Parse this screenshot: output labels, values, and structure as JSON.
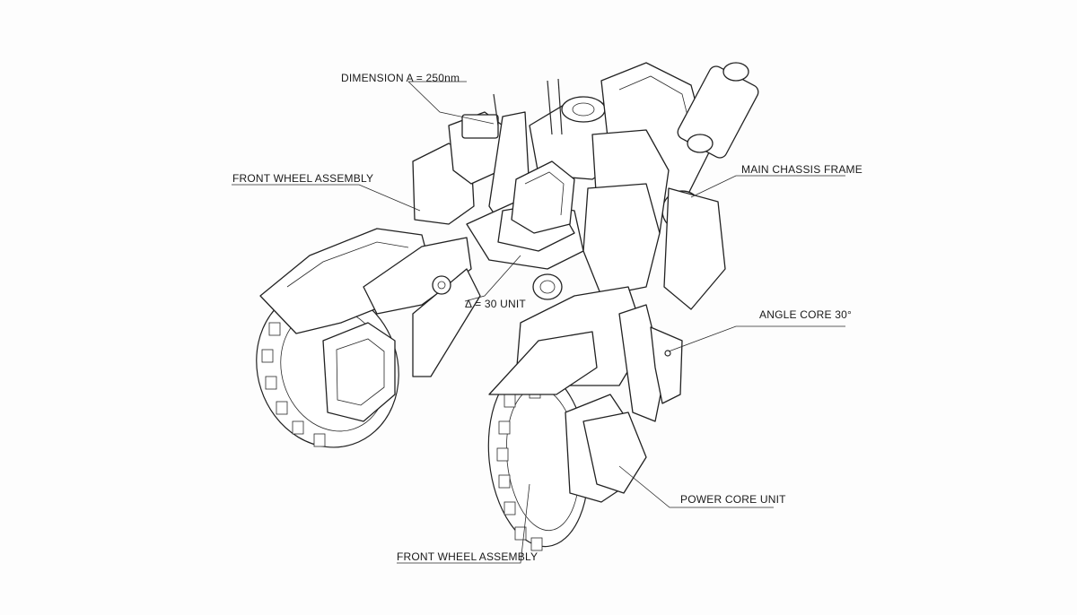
{
  "labels": {
    "dimension_a": "DIMENSION A = 250nm",
    "front_wheel_top": "FRONT WHEEL ASSEMBLY",
    "main_chassis": "MAIN CHASSIS FRAME",
    "delta_unit": "Δ = 30 UNIT",
    "angle_core": "ANGLE CORE  30°",
    "power_core": "POWER CORE UNIT",
    "front_wheel_bottom": "FRONT WHEEL ASSEMBLY"
  },
  "colors": {
    "line": "#222222",
    "background": "#fdfdfd"
  }
}
